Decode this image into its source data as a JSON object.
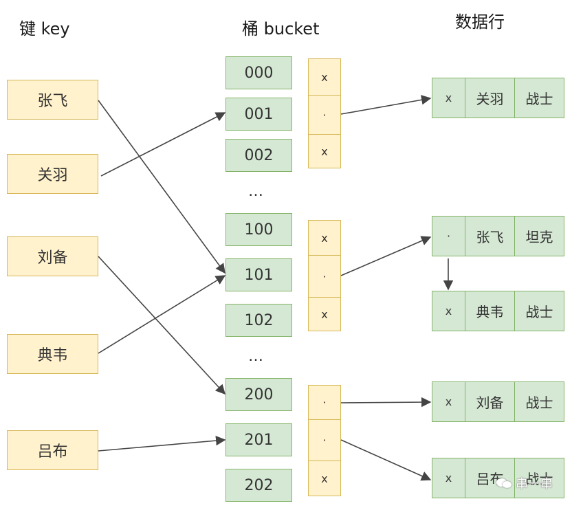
{
  "headers": {
    "key": "键 key",
    "bucket": "桶 bucket",
    "row": "数据行"
  },
  "keys": [
    "张飞",
    "关羽",
    "刘备",
    "典韦",
    "吕布"
  ],
  "buckets": [
    "000",
    "001",
    "002",
    "100",
    "101",
    "102",
    "200",
    "201",
    "202"
  ],
  "ellipsis": "…",
  "slot_groups": [
    [
      "x",
      "·",
      "x"
    ],
    [
      "x",
      "·",
      "x"
    ],
    [
      "·",
      "·",
      "x"
    ]
  ],
  "rows": [
    [
      "x",
      "关羽",
      "战士"
    ],
    [
      "·",
      "张飞",
      "坦克"
    ],
    [
      "x",
      "典韦",
      "战士"
    ],
    [
      "x",
      "刘备",
      "战士"
    ],
    [
      "x",
      "吕布",
      "战士"
    ]
  ],
  "watermark": {
    "icon": "wechat-icon",
    "text": "串一串"
  },
  "colors": {
    "key_fill": "#fff2cc",
    "key_border": "#d6b656",
    "bucket_fill": "#d5e8d4",
    "bucket_border": "#82b366",
    "arrow": "#444444"
  }
}
